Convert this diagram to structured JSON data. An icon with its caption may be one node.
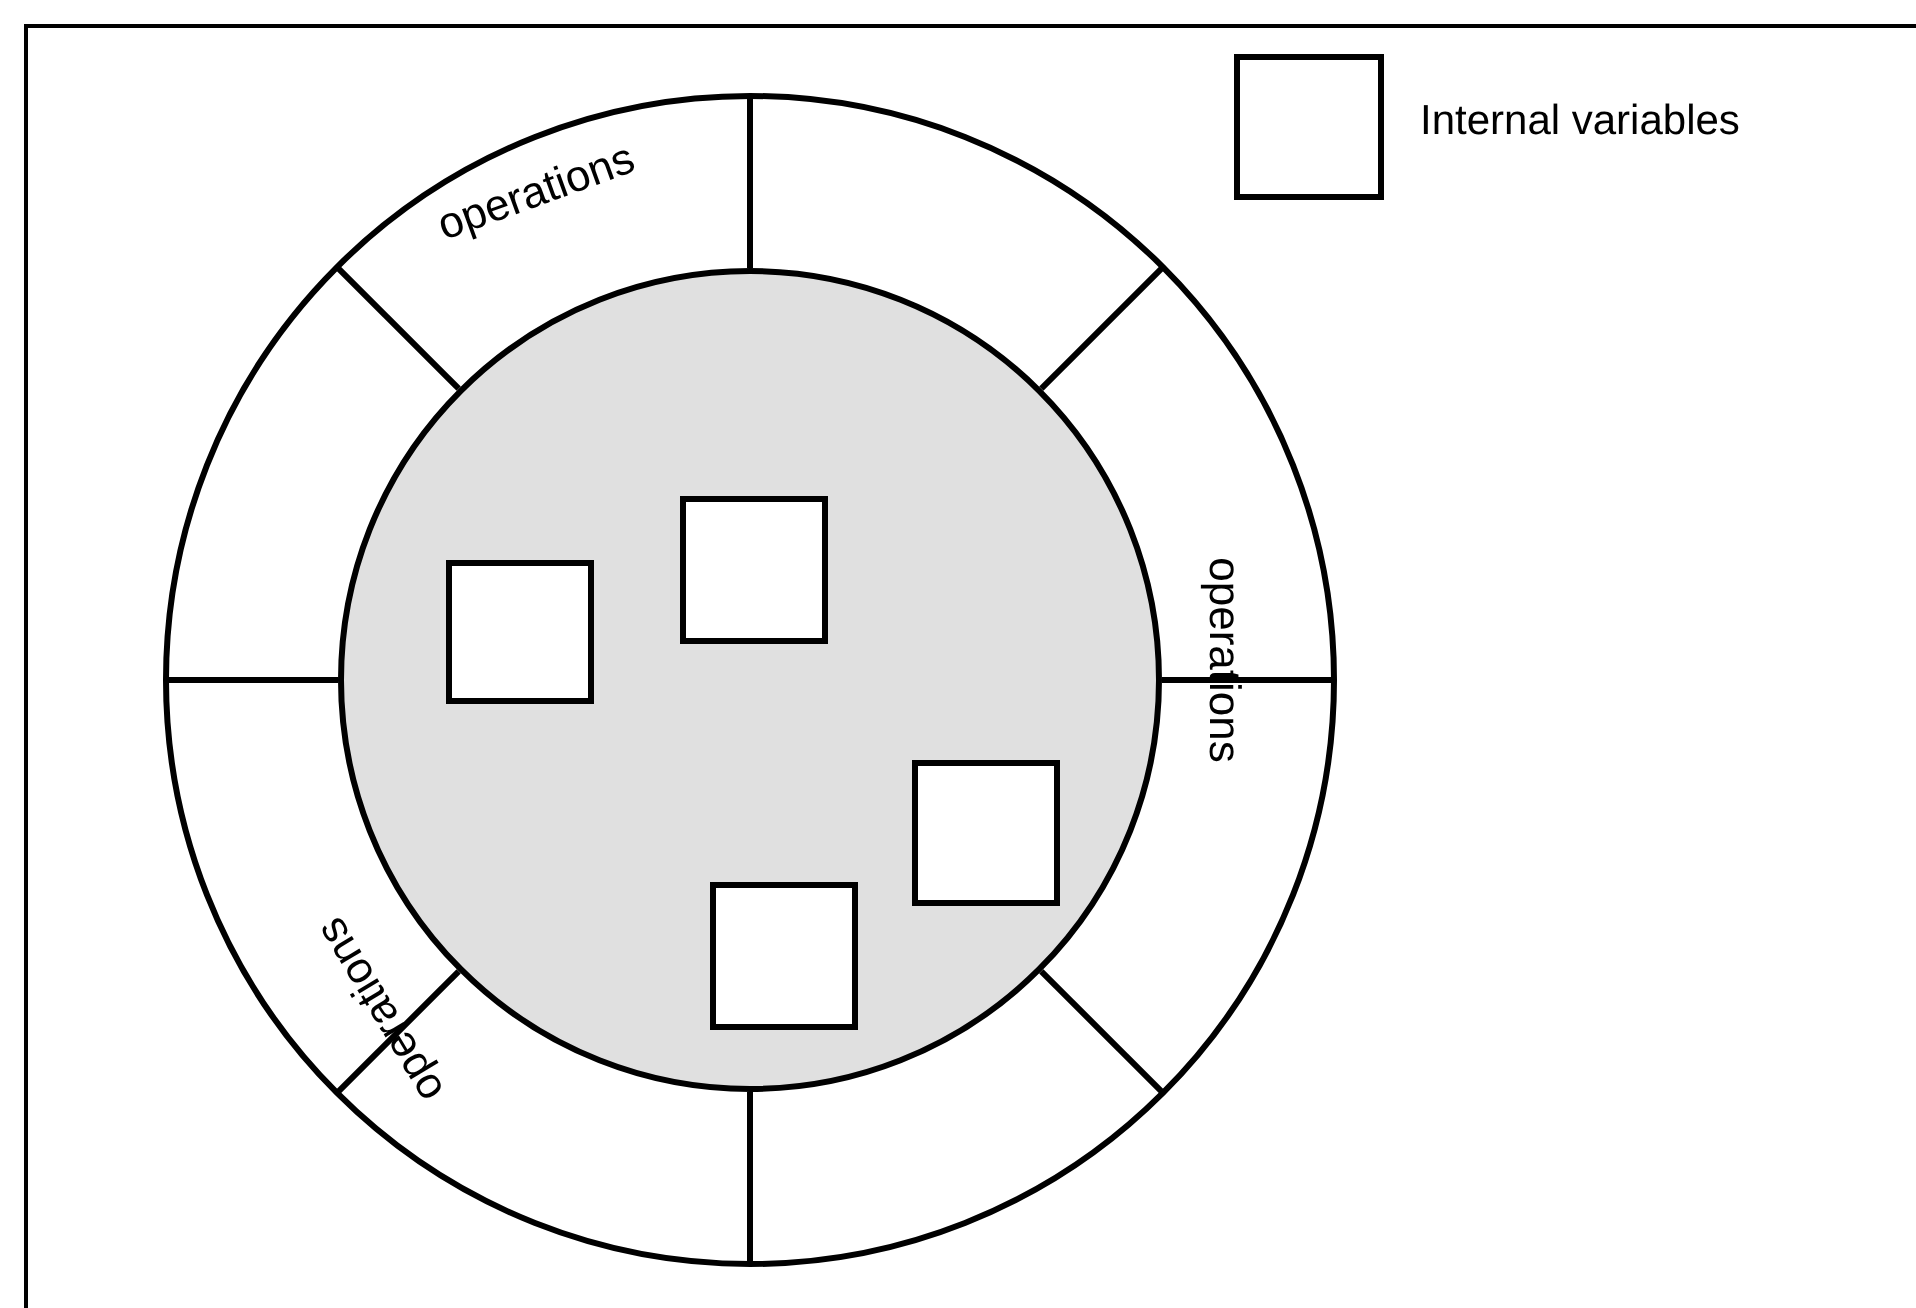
{
  "diagram": {
    "nodes": [
      {
        "text": [],
        "shape": "circle"
      },
      {
        "text": [],
        "shape": "box",
        "in": 0
      },
      {
        "text": [],
        "shape": "box",
        "in": 0
      },
      {
        "text": [],
        "shape": "box",
        "in": 0
      },
      {
        "text": [],
        "shape": "box",
        "in": 0
      }
    ],
    "labels": [
      "operations",
      "operations",
      "operations"
    ],
    "legend": [
      {
        "text": "Internal variables"
      }
    ]
  }
}
